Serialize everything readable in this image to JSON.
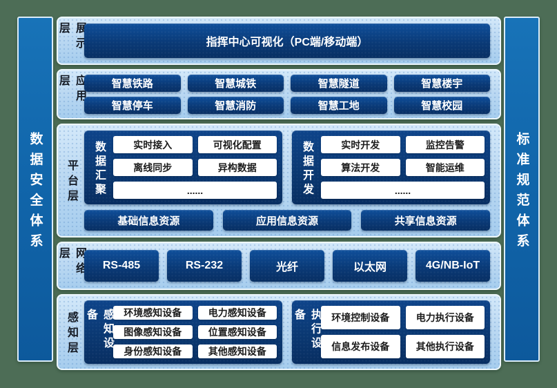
{
  "colors": {
    "background_green": "#4d6d56",
    "panel_light_blue": "#bcd9f2",
    "box_dark_blue": "#0a3a77",
    "sidebar_blue": "#1166ab",
    "box_white": "#ffffff",
    "text_light": "#ffffff",
    "text_dark": "#161c26"
  },
  "sidebars": {
    "left": {
      "label": "数据安全体系"
    },
    "right": {
      "label": "标准规范体系"
    }
  },
  "layers": {
    "display": {
      "label": "展示层",
      "item": "指挥中心可视化（PC端/移动端）"
    },
    "application": {
      "label": "应用层",
      "items": [
        "智慧铁路",
        "智慧城铁",
        "智慧隧道",
        "智慧楼宇",
        "智慧停车",
        "智慧消防",
        "智慧工地",
        "智慧校园"
      ]
    },
    "platform": {
      "label": "平台层",
      "groups": [
        {
          "label": "数据汇聚",
          "items": [
            "实时接入",
            "可视化配置",
            "离线同步",
            "异构数据",
            "......"
          ]
        },
        {
          "label": "数据开发",
          "items": [
            "实时开发",
            "监控告警",
            "算法开发",
            "智能运维",
            "......"
          ]
        }
      ],
      "resources": [
        "基础信息资源",
        "应用信息资源",
        "共享信息资源"
      ]
    },
    "network": {
      "label": "网络层",
      "items": [
        "RS-485",
        "RS-232",
        "光纤",
        "以太网",
        "4G/NB-IoT"
      ]
    },
    "perception": {
      "label": "感知层",
      "groups": [
        {
          "label": "感知设备",
          "items": [
            "环境感知设备",
            "电力感知设备",
            "图像感知设备",
            "位置感知设备",
            "身份感知设备",
            "其他感知设备"
          ]
        },
        {
          "label": "执行设备",
          "items": [
            "环境控制设备",
            "电力执行设备",
            "信息发布设备",
            "其他执行设备"
          ]
        }
      ]
    }
  }
}
